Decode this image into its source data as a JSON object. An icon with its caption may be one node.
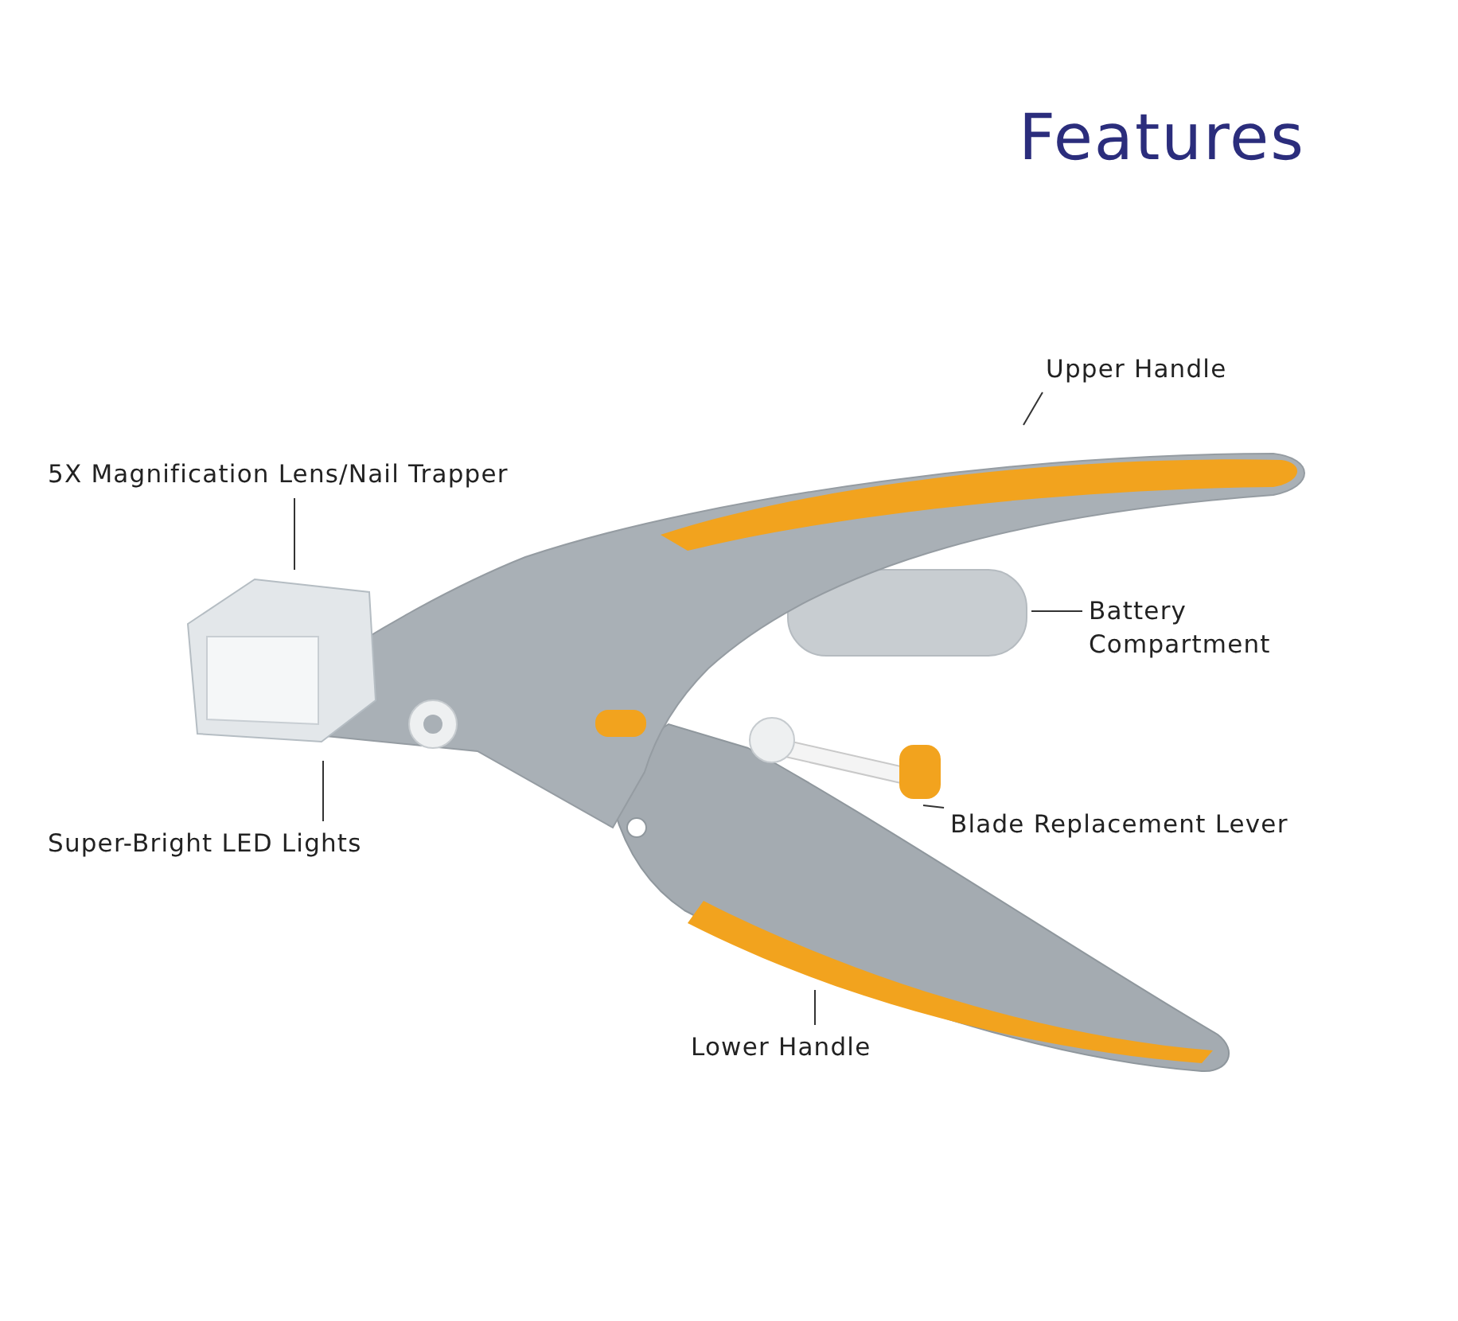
{
  "diagram": {
    "title": "Features",
    "nodes": [
      {
        "text": [
          "Upper Handle"
        ]
      },
      {
        "text": [
          "5X Magnification Lens/Nail Trapper"
        ]
      },
      {
        "text": [
          "Battery Compartment"
        ]
      },
      {
        "text": [
          "Super-Bright LED Lights"
        ]
      },
      {
        "text": [
          "Blade Replacement Lever"
        ]
      },
      {
        "text": [
          "Lower Handle"
        ]
      }
    ],
    "edges": [
      {
        "from": 0,
        "to": null,
        "arrow": "none"
      },
      {
        "from": 1,
        "to": null,
        "arrow": "none"
      },
      {
        "from": 2,
        "to": null,
        "arrow": "none"
      },
      {
        "from": 3,
        "to": null,
        "arrow": "none"
      },
      {
        "from": 4,
        "to": null,
        "arrow": "none"
      },
      {
        "from": 5,
        "to": null,
        "arrow": "none"
      }
    ]
  }
}
